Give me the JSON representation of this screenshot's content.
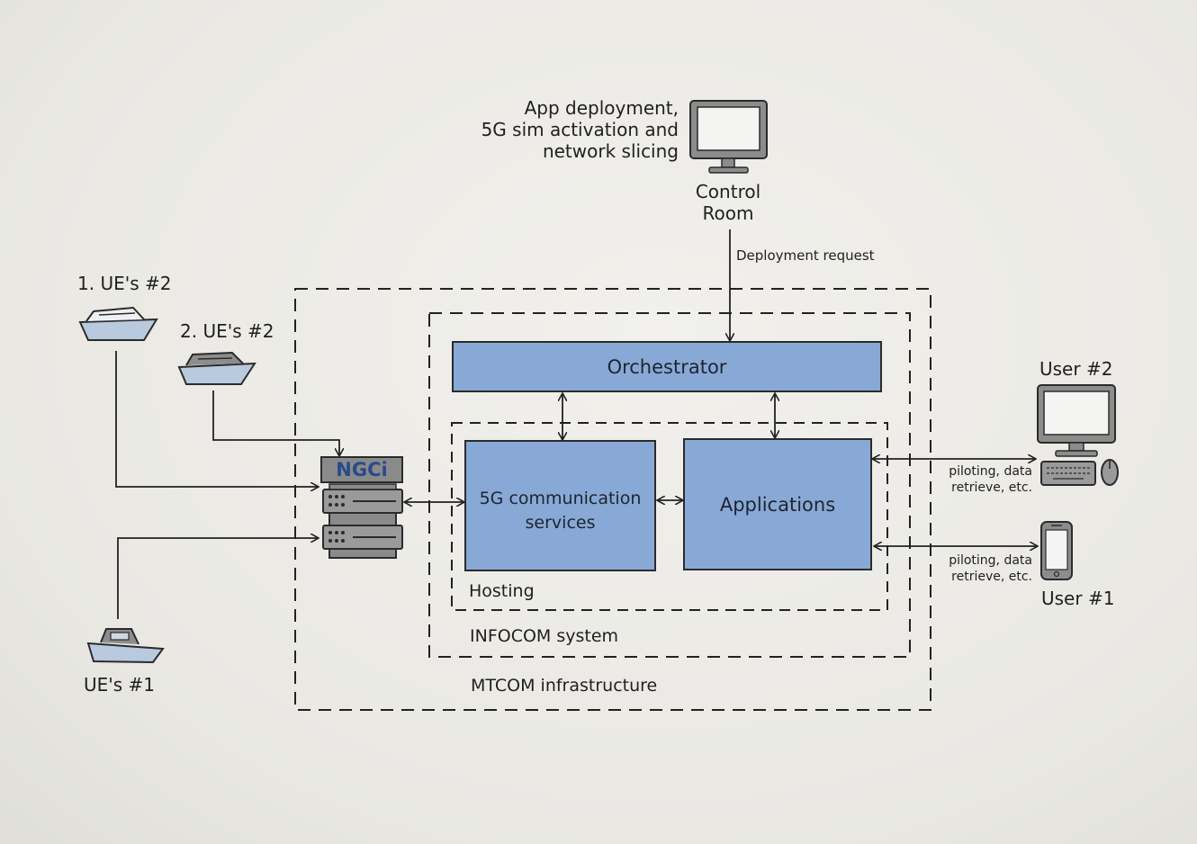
{
  "colors": {
    "box_fill": "#88a9d6",
    "box_stroke": "#2b2b2b",
    "line": "#222222",
    "device_gray": "#8c8c8c",
    "screen": "#f4f4f2",
    "boat_hull": "#b9c9de"
  },
  "control_room": {
    "note": "App deployment,\n5G sim activation and\nnetwork slicing",
    "label": "Control\nRoom",
    "icon": "monitor-icon"
  },
  "deployment_request": "Deployment request",
  "boundaries": {
    "mtcom": "MTCOM infrastructure",
    "infocom": "INFOCOM system",
    "hosting": "Hosting"
  },
  "boxes": {
    "orchestrator": "Orchestrator",
    "comm_services": "5G communication\nservices",
    "applications": "Applications"
  },
  "gateway": {
    "label": "NGCi",
    "icon": "server-rack-icon"
  },
  "ues": {
    "ue1_label": "UE's #1",
    "ue2a_label": "1. UE's #2",
    "ue2b_label": "2. UE's #2",
    "icon": "boat-icon"
  },
  "users": {
    "user2_label": "User #2",
    "user1_label": "User #1",
    "user2_icon": "desktop-computer-icon",
    "user1_icon": "smartphone-icon",
    "link_note_user2": "piloting, data\nretrieve, etc.",
    "link_note_user1": "piloting, data\nretrieve, etc."
  }
}
